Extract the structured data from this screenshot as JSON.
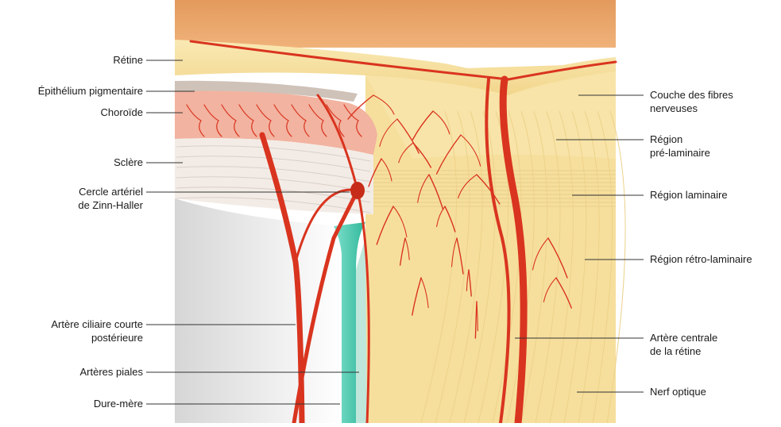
{
  "diagram": {
    "left_labels": {
      "retina": "Rétine",
      "rpe": "Épithélium pigmentaire",
      "choroid": "Choroïde",
      "sclera": "Sclère",
      "zinn_line1": "Cercle artériel",
      "zinn_line2": "de Zinn-Haller",
      "ciliary_line1": "Artère ciliaire courte",
      "ciliary_line2": "postérieure",
      "pial": "Artères piales",
      "dura": "Dure-mère"
    },
    "right_labels": {
      "nfl_line1": "Couche des fibres",
      "nfl_line2": "nerveuses",
      "prelam_line1": "Région",
      "prelam_line2": "pré-laminaire",
      "laminar": "Région laminaire",
      "retrolam": "Région rétro-laminaire",
      "cra_line1": "Artère centrale",
      "cra_line2": "de la rétine",
      "optic": "Nerf optique"
    },
    "colors": {
      "vitreous": "#e8a56a",
      "retina": "#f7e2a6",
      "choroid": "#f2b3a0",
      "sclera": "#f3ece6",
      "dura": "#4ec9b0",
      "nerve": "#f6df9c",
      "artery": "#d9341f",
      "leader": "#333333"
    }
  }
}
